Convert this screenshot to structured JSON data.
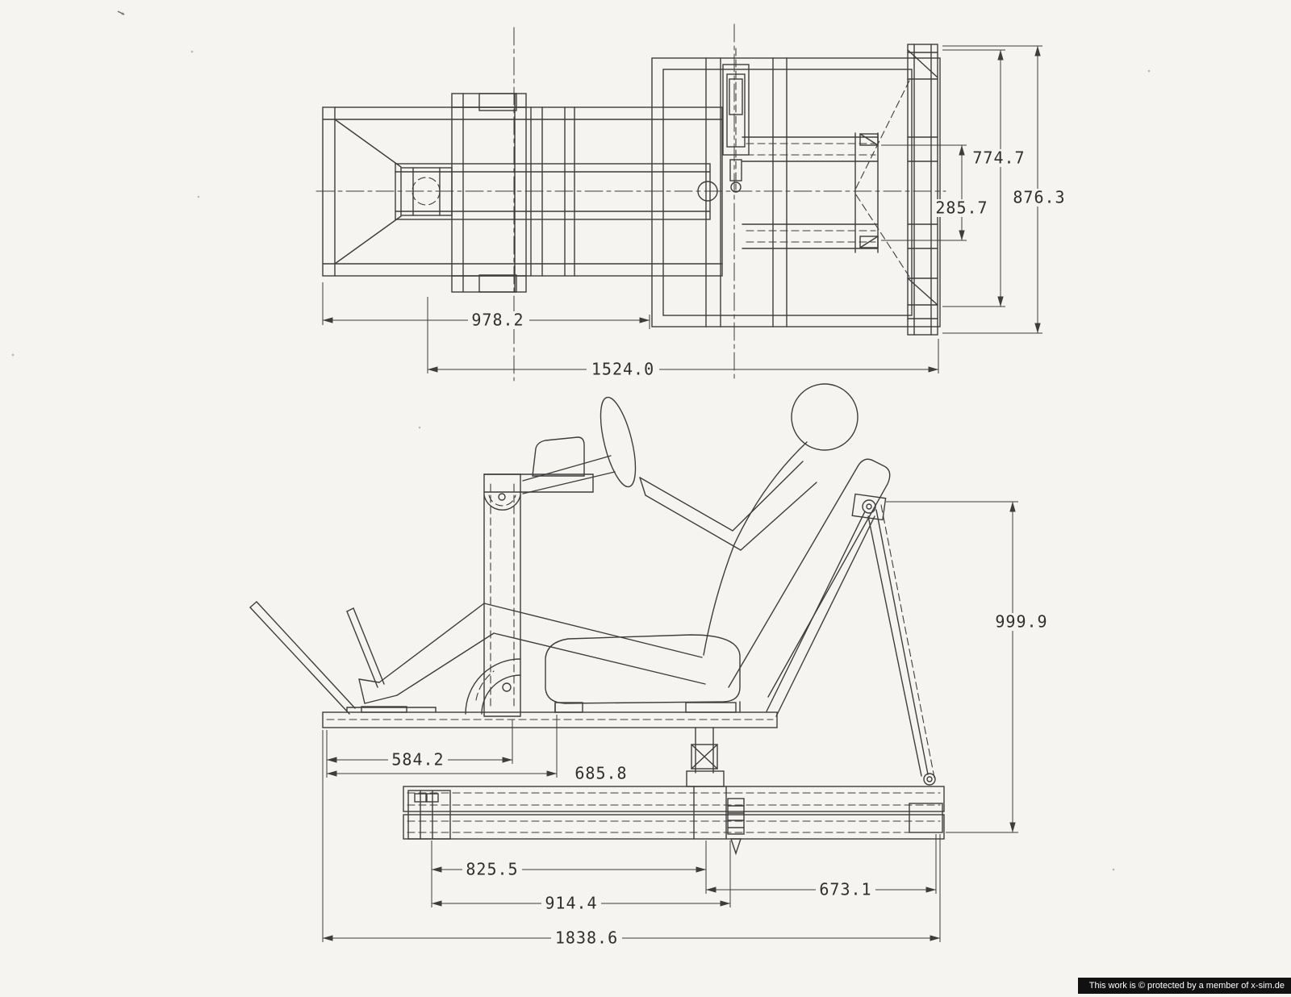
{
  "top_view": {
    "dimensions": {
      "d774": "774.7",
      "d876": "876.3",
      "d285": "285.7",
      "d978": "978.2",
      "d1524": "1524.0"
    }
  },
  "side_view": {
    "dimensions": {
      "d999": "999.9",
      "d584": "584.2",
      "d685": "685.8",
      "d825": "825.5",
      "d914": "914.4",
      "d673": "673.1",
      "d1838": "1838.6"
    }
  },
  "colors": {
    "ink": "#3d3d3d",
    "paper": "#f5f4f1",
    "watermark_bg": "#111111",
    "watermark_text": "#ffffff"
  },
  "watermark": "This work is © protected by a member of x-sim.de"
}
